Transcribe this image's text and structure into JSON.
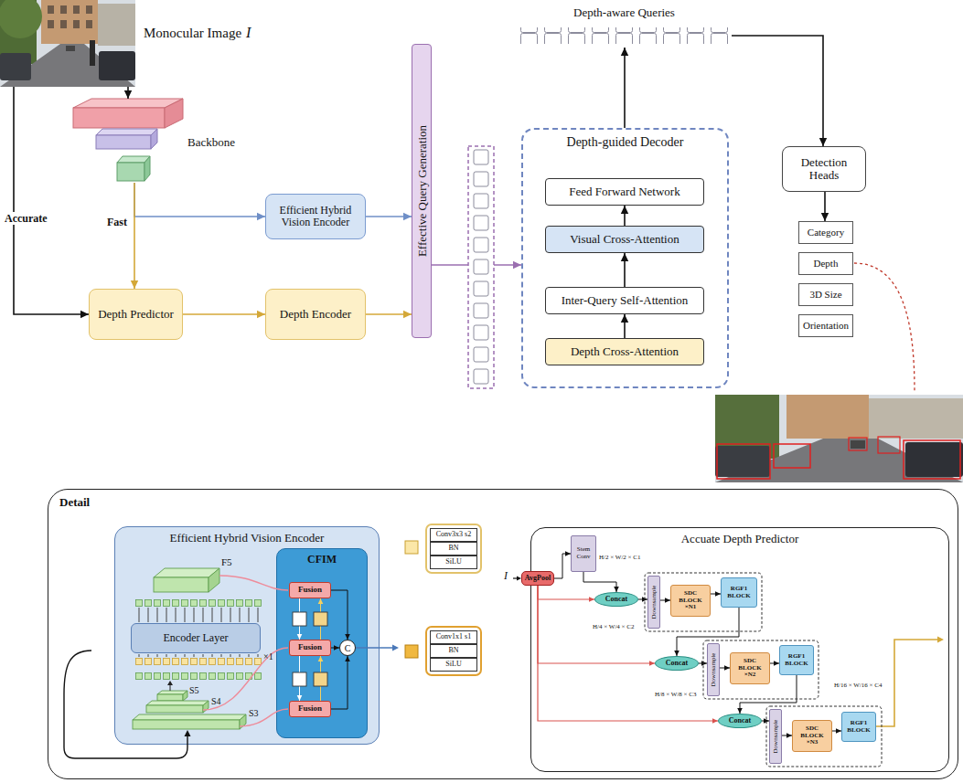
{
  "diagram": {
    "nodes": [
      {
        "text": [
          "Monocular Image",
          "I"
        ]
      },
      {
        "text": [
          "Backbone"
        ]
      },
      {
        "text": [
          "Efficient Hybrid Vision Encoder"
        ]
      },
      {
        "text": [
          "Depth Predictor"
        ]
      },
      {
        "text": [
          "Depth Encoder"
        ]
      },
      {
        "text": [
          "Effective Query Generation"
        ]
      },
      {
        "text": [
          "Depth-guided Decoder"
        ]
      },
      {
        "text": [
          "Feed Forward Network"
        ],
        "in": 6
      },
      {
        "text": [
          "Visual Cross-Attention"
        ],
        "in": 6
      },
      {
        "text": [
          "Inter-Query Self-Attention"
        ],
        "in": 6
      },
      {
        "text": [
          "Depth Cross-Attention"
        ],
        "in": 6
      },
      {
        "text": [
          "Depth-aware Queries"
        ]
      },
      {
        "text": [
          "Detection Heads"
        ]
      },
      {
        "text": [
          "Category"
        ]
      },
      {
        "text": [
          "Depth"
        ]
      },
      {
        "text": [
          "3D Size"
        ]
      },
      {
        "text": [
          "Orientation"
        ]
      },
      {
        "text": [
          "Detail"
        ]
      },
      {
        "text": [
          "Efficient Hybrid Vision Encoder"
        ],
        "in": 17
      },
      {
        "text": [
          "Encoder Layer"
        ],
        "in": 18
      },
      {
        "text": [
          "CFIM"
        ],
        "in": 18
      },
      {
        "text": [
          "Fusion"
        ],
        "in": 20
      },
      {
        "text": [
          "Fusion"
        ],
        "in": 20
      },
      {
        "text": [
          "Fusion"
        ],
        "in": 20
      },
      {
        "text": [
          "C"
        ],
        "in": 20
      },
      {
        "text": [
          "Conv3x3 s2"
        ],
        "in": 17
      },
      {
        "text": [
          "BN"
        ],
        "in": 17
      },
      {
        "text": [
          "SiLU"
        ],
        "in": 17
      },
      {
        "text": [
          "Conv1x1 s1"
        ],
        "in": 17
      },
      {
        "text": [
          "BN"
        ],
        "in": 17
      },
      {
        "text": [
          "SiLU"
        ],
        "in": 17
      },
      {
        "text": [
          "Accuate Depth Predictor"
        ],
        "in": 17
      },
      {
        "text": [
          "AvgPool"
        ],
        "in": 31
      },
      {
        "text": [
          "Stem Conv"
        ],
        "in": 31
      },
      {
        "text": [
          "Concat"
        ],
        "in": 31
      },
      {
        "text": [
          "Downsample"
        ],
        "in": 31
      },
      {
        "text": [
          "SDC BLOCK",
          "×N1"
        ],
        "in": 31
      },
      {
        "text": [
          "RGF1 BLOCK"
        ],
        "in": 31
      },
      {
        "text": [
          "Concat"
        ],
        "in": 31
      },
      {
        "text": [
          "Downsample"
        ],
        "in": 31
      },
      {
        "text": [
          "SDC BLOCK",
          "×N2"
        ],
        "in": 31
      },
      {
        "text": [
          "RGF1 BLOCK"
        ],
        "in": 31
      },
      {
        "text": [
          "Concat"
        ],
        "in": 31
      },
      {
        "text": [
          "Downsample"
        ],
        "in": 31
      },
      {
        "text": [
          "SDC BLOCK",
          "×N3"
        ],
        "in": 31
      },
      {
        "text": [
          "RGF1 BLOCK"
        ],
        "in": 31
      }
    ],
    "edges": [
      {
        "from": 0,
        "to": 1,
        "arrow": "to"
      },
      {
        "from": 0,
        "to": 3,
        "arrow": "to",
        "label": "Accurate"
      },
      {
        "from": 1,
        "to": 2,
        "arrow": "to"
      },
      {
        "from": 1,
        "to": 3,
        "arrow": "to",
        "label": "Fast"
      },
      {
        "from": 3,
        "to": 4,
        "arrow": "to"
      },
      {
        "from": 2,
        "to": 5,
        "arrow": "to"
      },
      {
        "from": 4,
        "to": 5,
        "arrow": "to"
      },
      {
        "from": 5,
        "to": 6,
        "arrow": "to"
      },
      {
        "from": 10,
        "to": 9,
        "arrow": "to"
      },
      {
        "from": 9,
        "to": 8,
        "arrow": "to"
      },
      {
        "from": 8,
        "to": 7,
        "arrow": "to"
      },
      {
        "from": 6,
        "to": 11,
        "arrow": "to"
      },
      {
        "from": 11,
        "to": 12,
        "arrow": "to"
      },
      {
        "from": 12,
        "to": 13,
        "arrow": "to"
      },
      {
        "from": 21,
        "to": 24,
        "arrow": "to"
      },
      {
        "from": 22,
        "to": 24,
        "arrow": "to"
      },
      {
        "from": 23,
        "to": 24,
        "arrow": "to"
      },
      {
        "from": 21,
        "to": 22,
        "arrow": "to"
      },
      {
        "from": 22,
        "to": 23,
        "arrow": "to"
      },
      {
        "from": 22,
        "to": 21,
        "arrow": "to"
      },
      {
        "from": 23,
        "to": 22,
        "arrow": "to"
      },
      {
        "from": 32,
        "to": 33,
        "arrow": "to"
      },
      {
        "from": 32,
        "to": 34,
        "arrow": "to"
      },
      {
        "from": 32,
        "to": 38,
        "arrow": "to"
      },
      {
        "from": 32,
        "to": 42,
        "arrow": "to"
      },
      {
        "from": 33,
        "to": 34,
        "arrow": "to"
      },
      {
        "from": 34,
        "to": 35,
        "arrow": "to"
      },
      {
        "from": 35,
        "to": 36,
        "arrow": "to"
      },
      {
        "from": 36,
        "to": 37,
        "arrow": "to"
      },
      {
        "from": 37,
        "to": 38,
        "arrow": "to"
      },
      {
        "from": 38,
        "to": 39,
        "arrow": "to"
      },
      {
        "from": 39,
        "to": 40,
        "arrow": "to"
      },
      {
        "from": 40,
        "to": 41,
        "arrow": "to"
      },
      {
        "from": 41,
        "to": 42,
        "arrow": "to"
      },
      {
        "from": 42,
        "to": 43,
        "arrow": "to"
      },
      {
        "from": 43,
        "to": 44,
        "arrow": "to"
      },
      {
        "from": 44,
        "to": 45,
        "arrow": "to"
      }
    ],
    "labels": [
      "F5",
      "×1",
      "S5",
      "S4",
      "S3",
      "I",
      "H/2 × W/2 × C1",
      "H/4 × W/4 × C2",
      "H/8 × W/8 × C3",
      "H/16 × W/16 × C4"
    ]
  }
}
